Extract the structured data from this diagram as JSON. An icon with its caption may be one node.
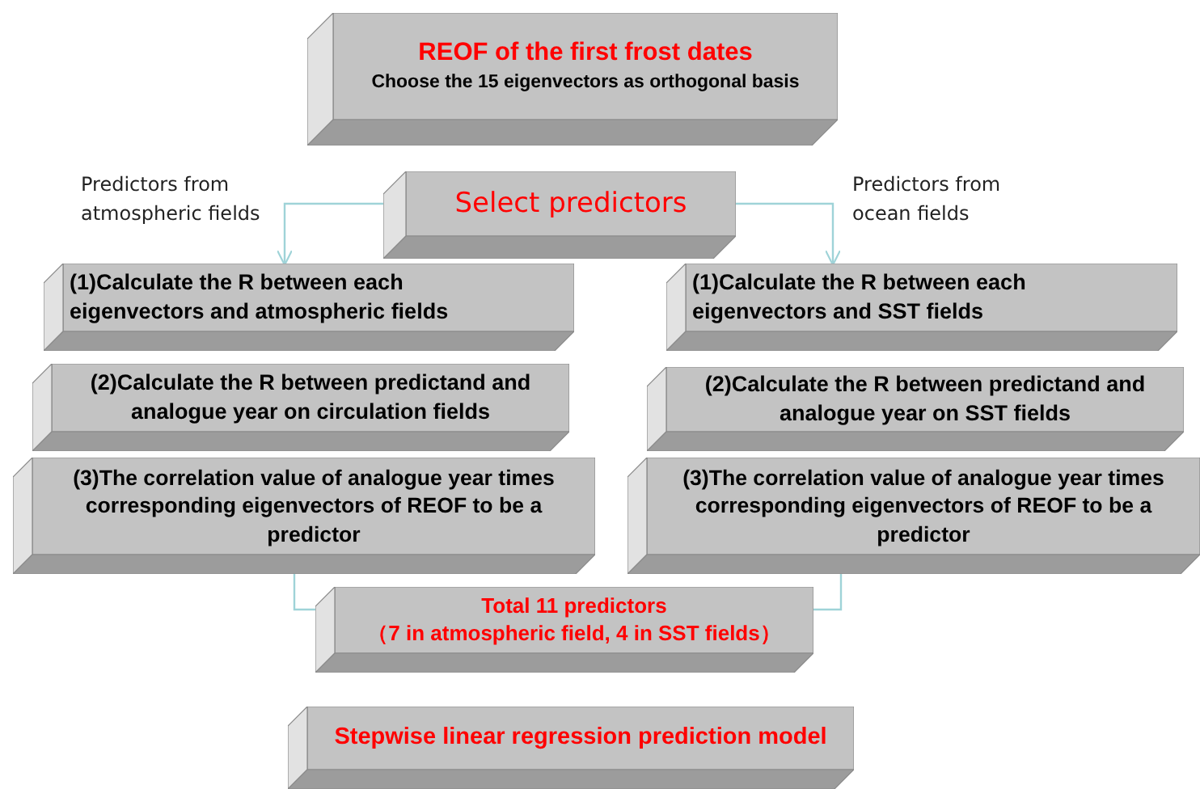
{
  "diagram": {
    "nodes": [
      {
        "text": [
          "REOF of the first frost dates",
          "Choose the 15 eigenvectors as orthogonal basis"
        ]
      },
      {
        "text": [
          "Select predictors"
        ]
      },
      {
        "text": [
          "(1)Calculate the R between each eigenvectors and atmospheric fields"
        ]
      },
      {
        "text": [
          "(2)Calculate the R between predictand and analogue year on circulation fields"
        ]
      },
      {
        "text": [
          "(3)The correlation value of analogue year times corresponding eigenvectors of REOF to be a predictor"
        ]
      },
      {
        "text": [
          "(1)Calculate the R between each eigenvectors and SST fields"
        ]
      },
      {
        "text": [
          "(2)Calculate the R between predictand and analogue year on SST fields"
        ]
      },
      {
        "text": [
          "(3)The correlation value of analogue year times corresponding eigenvectors of REOF to be a predictor"
        ]
      },
      {
        "text": [
          "Total 11 predictors",
          "（7 in atmospheric field, 4 in SST fields）"
        ]
      },
      {
        "text": [
          "Stepwise linear regression prediction model"
        ]
      }
    ],
    "edges": [
      {
        "from": 1,
        "to": 2,
        "arrow": "to",
        "label": "Predictors from atmospheric fields"
      },
      {
        "from": 1,
        "to": 5,
        "arrow": "to",
        "label": "Predictors from ocean fields"
      },
      {
        "from": 4,
        "to": 8,
        "arrow": "none"
      },
      {
        "from": 7,
        "to": 8,
        "arrow": "none"
      }
    ]
  }
}
